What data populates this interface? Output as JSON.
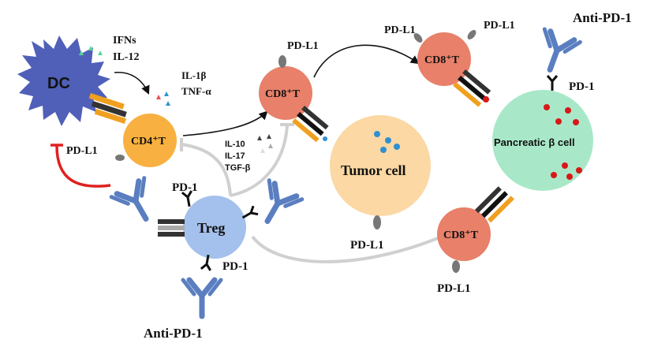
{
  "labels": {
    "dc": "DC",
    "ifns": "IFNs",
    "il12": "IL-12",
    "il1b": "IL-1β",
    "tnfa": "TNF-α",
    "cd4t": "CD4⁺T",
    "pdl1_dc": "PD-L1",
    "pd1_treg_top": "PD-1",
    "treg": "Treg",
    "pd1_treg_bottom": "PD-1",
    "anti_pd1_bottom": "Anti-PD-1",
    "il10": "IL-10",
    "il17": "IL-17",
    "tgfb": "TGF-β",
    "pdl1_cd8_center": "PD-L1",
    "cd8t_center": "CD8⁺T",
    "tumor_cell": "Tumor cell",
    "pdl1_tumor": "PD-L1",
    "pdl1_cd8_top_left": "PD-L1",
    "pdl1_cd8_top_right": "PD-L1",
    "cd8t_top": "CD8⁺T",
    "anti_pd1_top": "Anti-PD-1",
    "pd1_beta": "PD-1",
    "beta_cell": "Pancreatic β cell",
    "cd8t_bottom": "CD8⁺T",
    "pdl1_cd8_bottom": "PD-L1"
  },
  "colors": {
    "dc": "#5060b8",
    "cd4": "#f8b040",
    "cd8": "#e8806a",
    "tumor": "#fbd8a4",
    "treg": "#a4c0ec",
    "beta": "#a8e8c8",
    "antibody": "#5a7ec0",
    "inhibit_red": "#e02020",
    "grey_arrow": "#cccccc",
    "red_dot": "#d81818",
    "blue_dot": "#3090d0",
    "tcr_orange": "#f0a020"
  }
}
